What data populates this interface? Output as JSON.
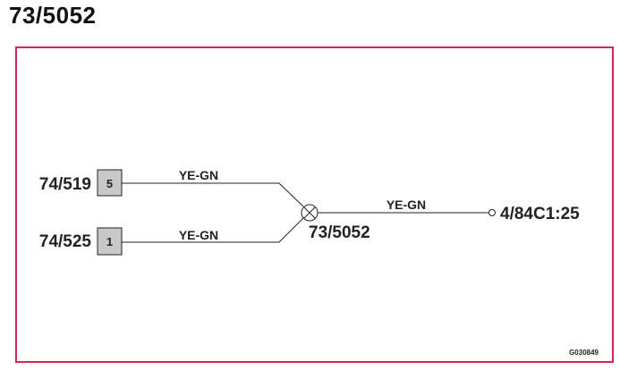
{
  "page_title": "73/5052",
  "colors": {
    "frame_border": "#d0294f",
    "pin_box_fill": "#c8c8c8",
    "line": "#222222"
  },
  "connectors": [
    {
      "label": "74/519",
      "pin": "5"
    },
    {
      "label": "74/525",
      "pin": "1"
    }
  ],
  "wires": [
    {
      "label": "YE-GN"
    },
    {
      "label": "YE-GN"
    },
    {
      "label": "YE-GN"
    }
  ],
  "splice": {
    "label": "73/5052",
    "icon": "splice-icon"
  },
  "terminal": {
    "label": "4/84C1:25",
    "icon": "terminal-circle-icon"
  },
  "drawing_code": "G030849"
}
